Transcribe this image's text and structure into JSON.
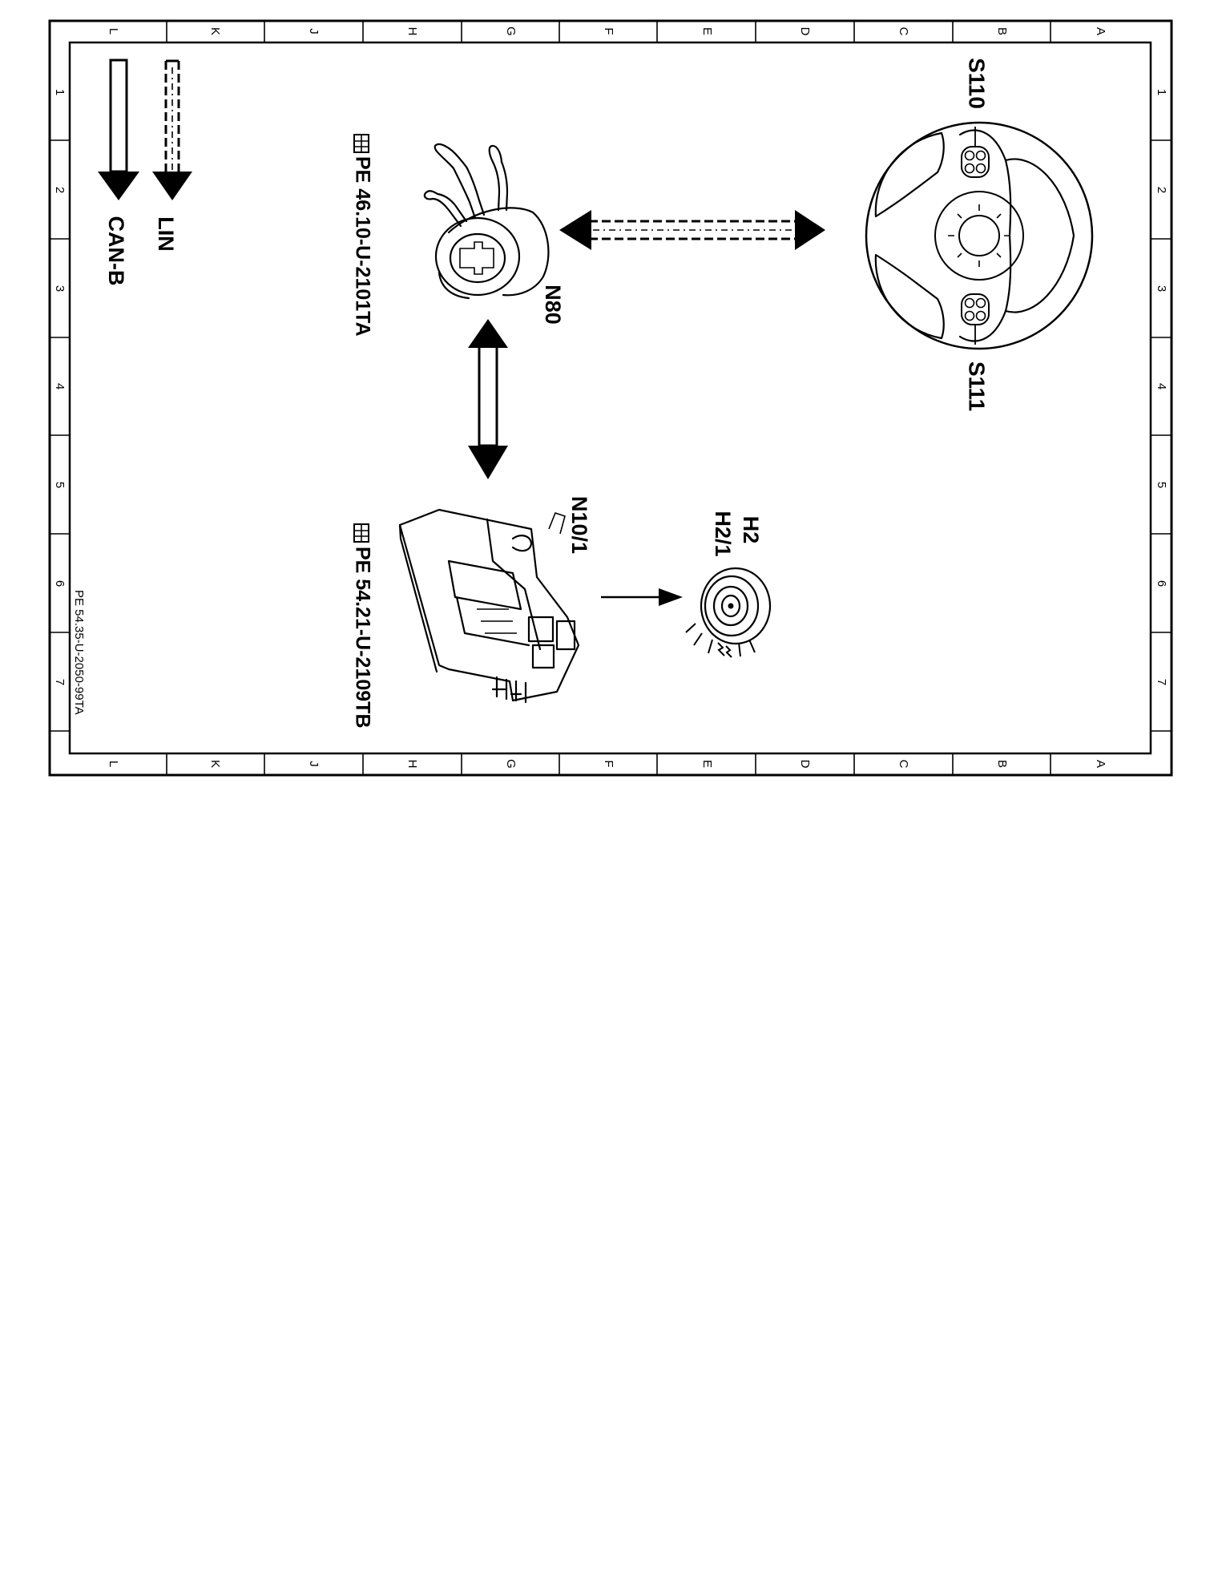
{
  "border": {
    "column_letters": [
      "L",
      "K",
      "J",
      "H",
      "G",
      "F",
      "E",
      "D",
      "C",
      "B",
      "A"
    ],
    "row_numbers": [
      "1",
      "2",
      "3",
      "4",
      "5",
      "6",
      "7"
    ]
  },
  "legend": {
    "lin_label": "LIN",
    "canb_label": "CAN-B"
  },
  "components": {
    "steering_wheel": {
      "switch_left_label": "S110",
      "switch_right_label": "S111"
    },
    "steering_column_module": {
      "label": "N80",
      "reference": "PE 46.10-U-2101TA"
    },
    "sam_module": {
      "label": "N10/1",
      "reference": "PE 54.21-U-2109TB"
    },
    "horn": {
      "label_1": "H2",
      "label_2": "H2/1"
    }
  },
  "document_id": "PE 54.35-U-2050-99TA"
}
